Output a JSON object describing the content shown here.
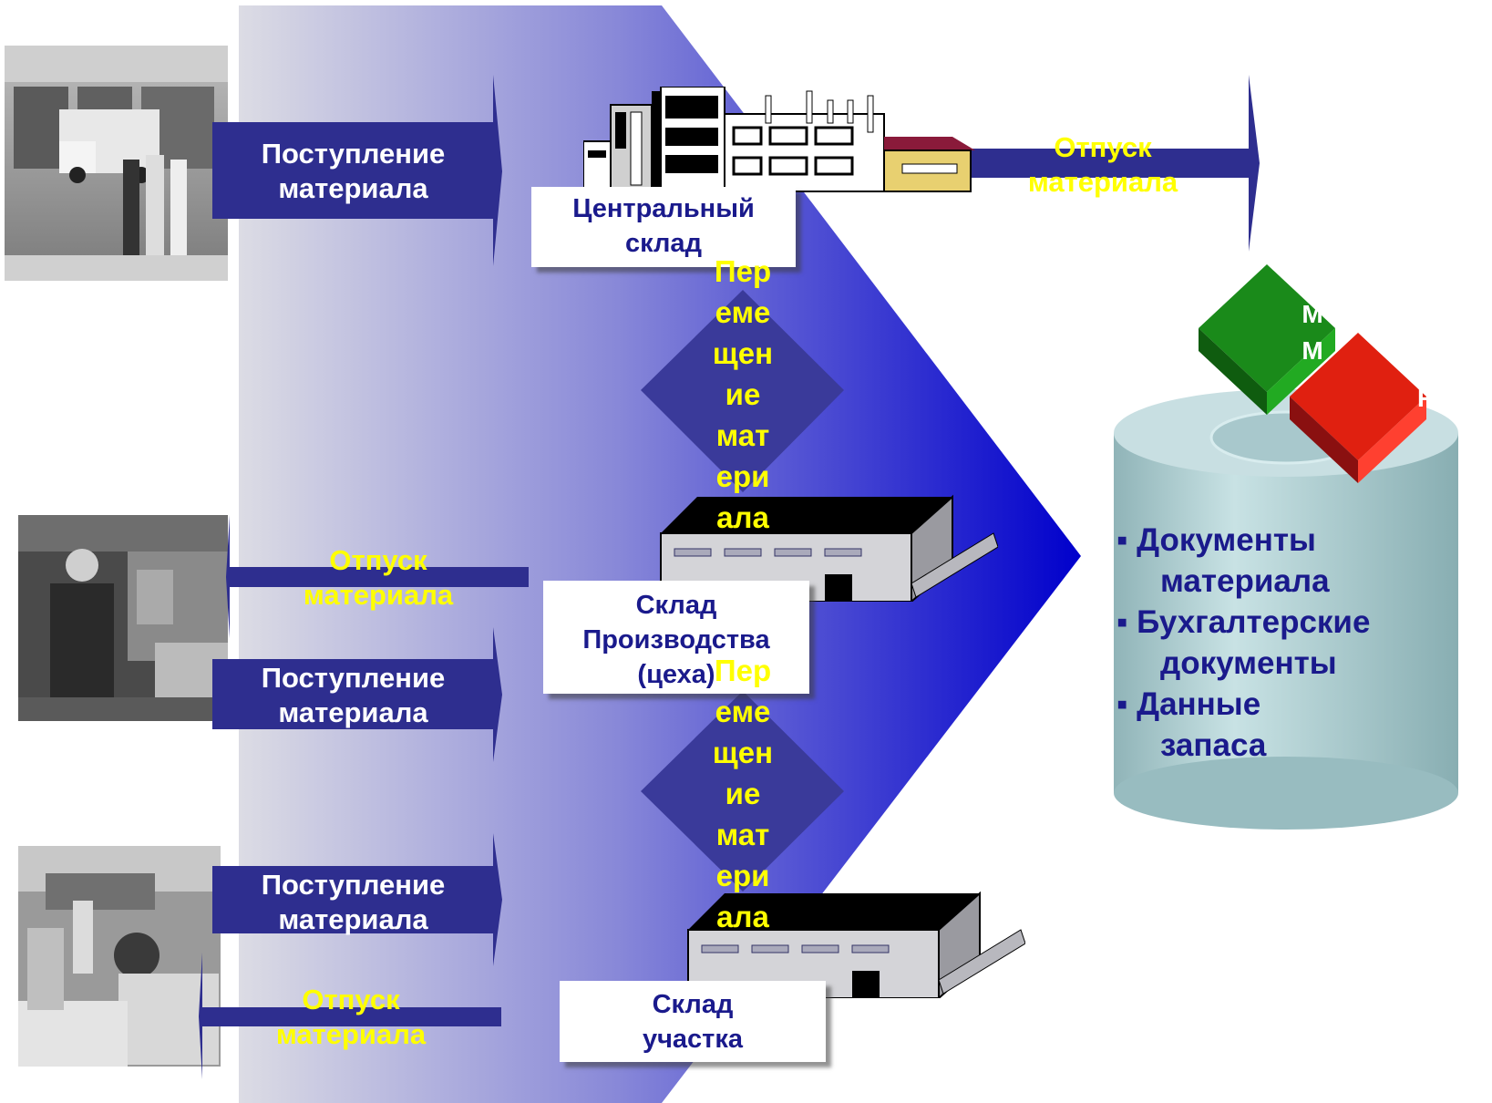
{
  "central_warehouse": {
    "label_line1": "Центральный",
    "label_line2": "склад"
  },
  "production_warehouse": {
    "label_line1": "Склад",
    "label_line2": "Производства",
    "label_line3": "(цеха)"
  },
  "area_warehouse": {
    "label_line1": "Склад",
    "label_line2": "участка"
  },
  "receipt_label": {
    "line1": "Поступление",
    "line2": "материала"
  },
  "issue_label": {
    "line1": "Отпуск",
    "line2": "материала"
  },
  "transfer_label": "Пер\nеме\nщен\nие\nмат\nери\nала",
  "database": {
    "modules": {
      "mm": "M\nM",
      "fi": "FI"
    },
    "items": [
      {
        "line1": "▪ Документы",
        "line2": "материала"
      },
      {
        "line1": "▪ Бухгалтерские",
        "line2": "документы"
      },
      {
        "line1": "▪ Данные",
        "line2": "запаса"
      }
    ]
  },
  "colors": {
    "arrow_navy": "#2e2e8f",
    "gradient_start": "#d8d8e2",
    "gradient_end": "#0000cc",
    "diamond": "#3a3a9a",
    "mm_green": "#1a8a1a",
    "fi_red": "#e02010",
    "cylinder": "#a8c8cc"
  }
}
